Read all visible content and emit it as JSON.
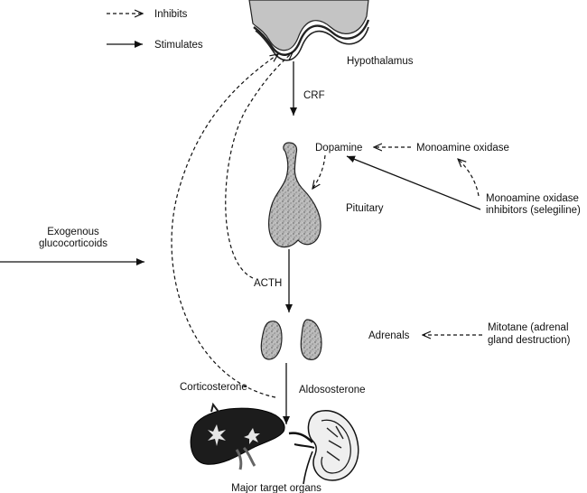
{
  "legend": {
    "inhibits": "Inhibits",
    "stimulates": "Stimulates"
  },
  "labels": {
    "hypothalamus": "Hypothalamus",
    "crf": "CRF",
    "dopamine": "Dopamine",
    "monoamine_oxidase": "Monoamine oxidase",
    "maoi_line1": "Monoamine oxidase",
    "maoi_line2": "inhibitors (selegiline)",
    "pituitary": "Pituitary",
    "exogenous_line1": "Exogenous",
    "exogenous_line2": "glucocorticoids",
    "acth": "ACTH",
    "adrenals": "Adrenals",
    "mitotane_line1": "Mitotane (adrenal",
    "mitotane_line2": "gland destruction)",
    "corticosterone": "Corticosterone",
    "aldosterone": "Aldososterone",
    "target_organs": "Major target organs"
  }
}
